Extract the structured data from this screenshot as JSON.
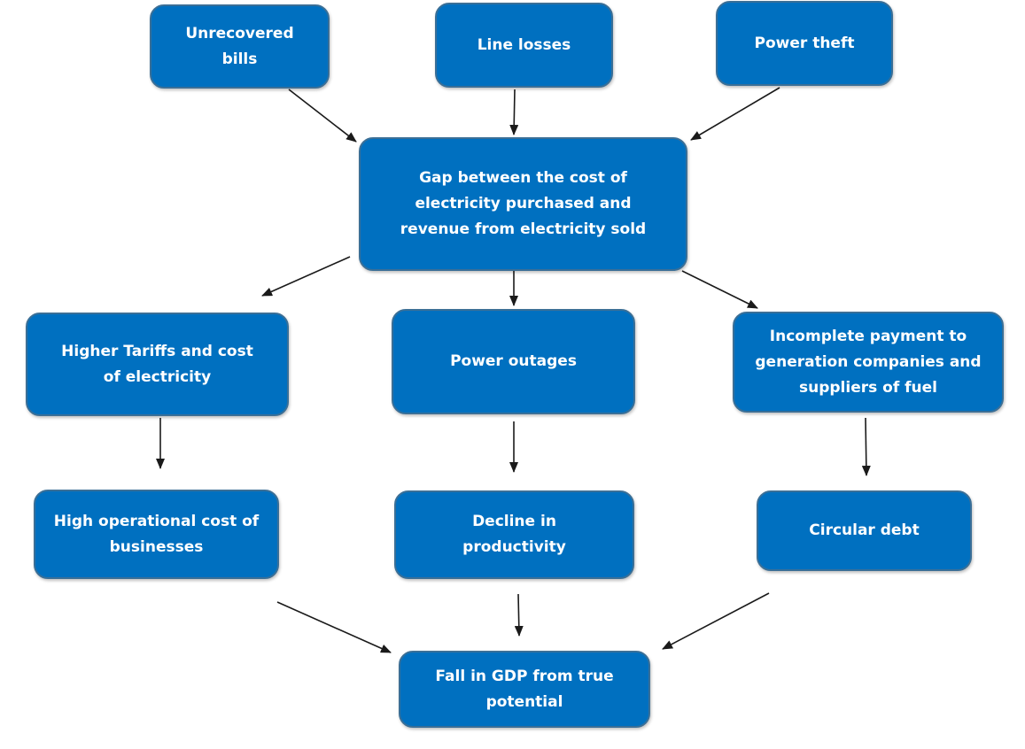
{
  "nodes": {
    "unrecovered_bills": "Unrecovered bills",
    "line_losses": "Line losses",
    "power_theft": "Power theft",
    "gap": "Gap between the cost of electricity purchased and revenue from electricity sold",
    "higher_tariffs": "Higher Tariffs and cost of electricity",
    "power_outages": "Power outages",
    "incomplete_payment": "Incomplete payment to generation companies and suppliers of fuel",
    "high_operational_cost": "High operational cost of businesses",
    "decline_productivity": "Decline in productivity",
    "circular_debt": "Circular debt",
    "fall_gdp": "Fall in GDP from true potential"
  },
  "colors": {
    "box_fill": "#0070c0",
    "box_border": "#3a6f97",
    "text": "#ffffff",
    "arrow": "#1a1a1a"
  }
}
